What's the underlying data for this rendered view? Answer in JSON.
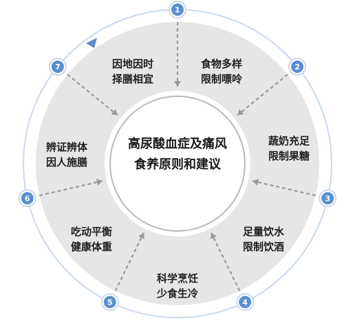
{
  "center": {
    "line1": "高尿酸血症及痛风",
    "line2": "食养原则和建议"
  },
  "steps": [
    {
      "num": "1",
      "line1": "食物多样",
      "line2": "限制嘌呤"
    },
    {
      "num": "2",
      "line1": "蔬奶充足",
      "line2": "限制果糖"
    },
    {
      "num": "3",
      "line1": "足量饮水",
      "line2": "限制饮酒"
    },
    {
      "num": "4",
      "line1": "科学烹饪",
      "line2": "少食生冷"
    },
    {
      "num": "5",
      "line1": "吃动平衡",
      "line2": "健康体重"
    },
    {
      "num": "6",
      "line1": "辨证辨体",
      "line2": "因人施膳"
    },
    {
      "num": "7",
      "line1": "因地因时",
      "line2": "择膳相宜"
    }
  ],
  "colors": {
    "segment": "#e6e6e6",
    "node": "#5b8fcf",
    "outer_ring": "#c9d8ef",
    "divider": "#9a9a9a",
    "center_ring": "#b8b8b8"
  }
}
